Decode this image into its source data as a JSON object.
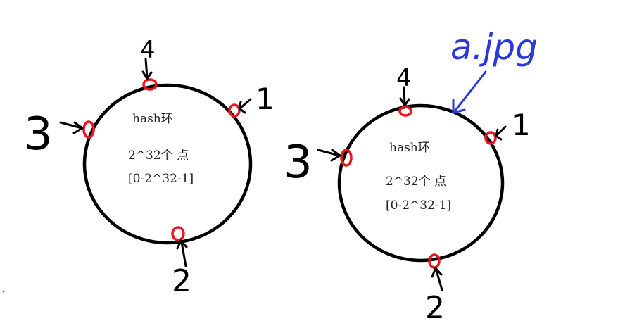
{
  "diagrams": [
    {
      "center_text": [
        "hash环",
        "2^32个 点",
        "[0-2^32-1]"
      ],
      "nodes": [
        {
          "label": "1"
        },
        {
          "label": "2"
        },
        {
          "label": "3"
        },
        {
          "label": "4"
        }
      ]
    },
    {
      "center_text": [
        "hash环",
        "2^32个 点",
        "[0-2^32-1]"
      ],
      "nodes": [
        {
          "label": "1"
        },
        {
          "label": "2"
        },
        {
          "label": "3"
        },
        {
          "label": "4"
        }
      ],
      "annotation": {
        "label": "a.jpg"
      }
    }
  ],
  "colors": {
    "ring": "#000000",
    "node": "#e8151b",
    "annotation": "#2a3ad8",
    "text": "#222222"
  }
}
